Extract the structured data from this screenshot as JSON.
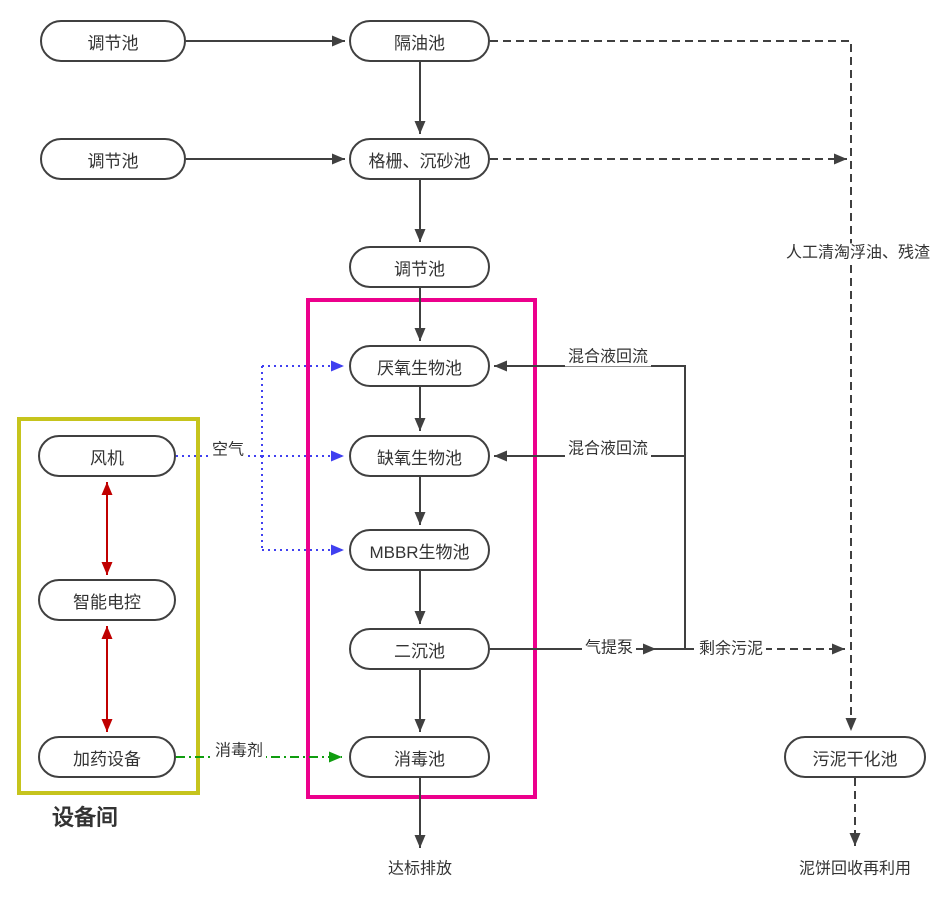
{
  "nodes": {
    "regulating_a": "调节池",
    "oil_separator": "隔油池",
    "regulating_b": "调节池",
    "grid_grit": "格栅、沉砂池",
    "regulating_c": "调节池",
    "anaerobic": "厌氧生物池",
    "anoxic": "缺氧生物池",
    "mbbr": "MBBR生物池",
    "secondary_sed": "二沉池",
    "disinfection": "消毒池",
    "fan": "风机",
    "smart_control": "智能电控",
    "dosing": "加药设备",
    "sludge_drying": "污泥干化池"
  },
  "labels": {
    "manual_skimming": "人工清淘浮油、残渣",
    "mixed_liquor_reflux_1": "混合液回流",
    "mixed_liquor_reflux_2": "混合液回流",
    "air_lift_pump": "气提泵",
    "excess_sludge": "剩余污泥",
    "air": "空气",
    "disinfectant": "消毒剂",
    "equipment_room": "设备间",
    "discharge": "达标排放",
    "mud_cake_reuse": "泥饼回收再利用"
  },
  "colors": {
    "line": "#404040",
    "magenta_box": "#ec008c",
    "yellow_box": "#c6c41d",
    "blue": "#4040f0",
    "green": "#0f9d0f",
    "red": "#c00000"
  }
}
